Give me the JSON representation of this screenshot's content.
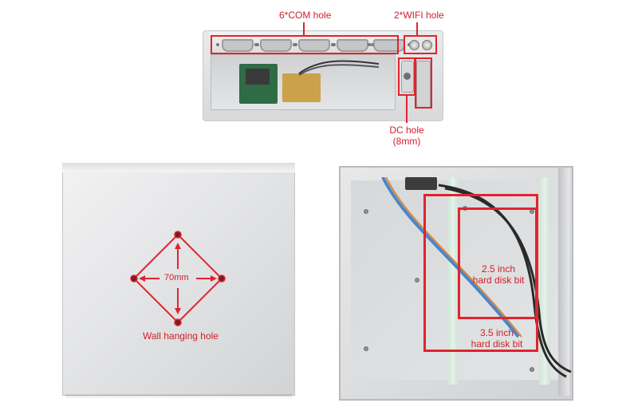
{
  "labels": {
    "com_hole": "6*COM hole",
    "wifi_hole": "2*WIFI hole",
    "dc_hole_line1": "DC hole",
    "dc_hole_line2": "(8mm)",
    "mount_distance": "70mm",
    "wall_hanging_hole": "Wall hanging hole",
    "hdd_25_line1": "2.5 inch",
    "hdd_25_line2": "hard disk bit",
    "hdd_35_line1": "3.5 inch",
    "hdd_35_line2": "hard disk bit"
  },
  "colors": {
    "annotation": "#e0242e",
    "chassis": "#dcdddf",
    "background": "#ffffff"
  },
  "panels": {
    "rear": {
      "com_ports": 5,
      "wifi_holes": 2
    }
  }
}
